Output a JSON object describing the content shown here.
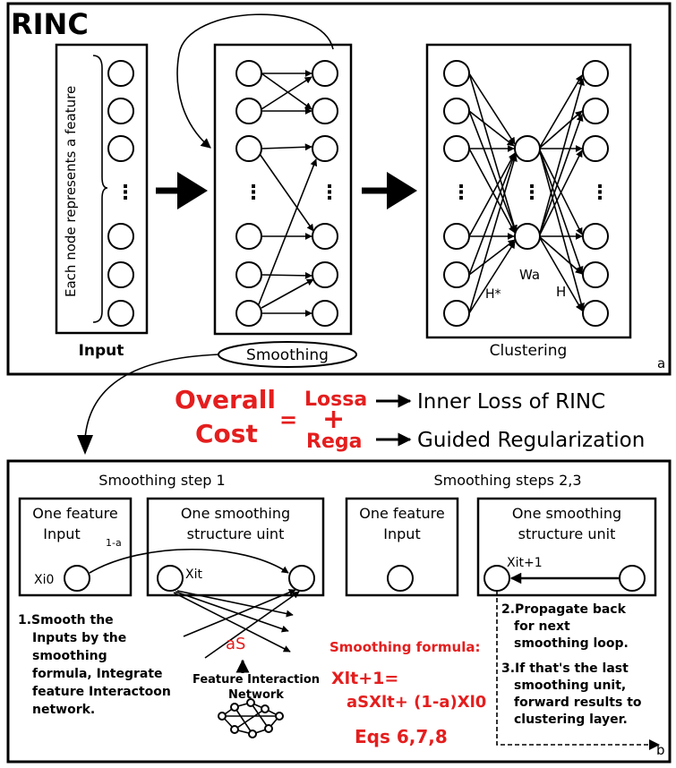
{
  "panel_a": {
    "title": "RINC",
    "corner": "a",
    "side_note": "Each node represents a feature",
    "input_label": "Input",
    "smoothing_label": "Smoothing",
    "clustering_label": "Clustering",
    "dots": "⋮",
    "h_star": "H*",
    "w_a": "Wa",
    "h": "H"
  },
  "cost": {
    "overall": "Overall",
    "cost": "Cost",
    "equals": "=",
    "loss": "Lossa",
    "plus": "+",
    "reg": "Rega",
    "inner_loss": "Inner Loss of RINC",
    "guided": "Guided Regularization"
  },
  "panel_b": {
    "corner": "b",
    "step1_title": "Smoothing step 1",
    "steps23_title": "Smoothing steps 2,3",
    "one_feature_line1": "One feature",
    "one_feature_line2": "Input",
    "unit1_line1": "One smoothing",
    "unit1_line2": "structure uint",
    "unit2_line1": "One smoothing",
    "unit2_line2": "structure unit",
    "one_minus_a": "1-a",
    "x0": "Xi0",
    "xt": "Xit",
    "xt1": "Xit+1",
    "as": "aS",
    "fin_line1": "Feature Interaction",
    "fin_line2": "Network",
    "note1": [
      "1.Smooth the",
      "Inputs by the",
      "smoothing",
      "formula, Integrate",
      "feature Interactoon",
      "network."
    ],
    "formula_title": "Smoothing formula:",
    "formula_line1": "Xlt+1=",
    "formula_line2": "aSXlt+ (1-a)Xl0",
    "eqs": "Eqs 6,7,8",
    "note2": [
      "2.Propagate back",
      "for next",
      "smoothing loop."
    ],
    "note3": [
      "3.If that's the last",
      "smoothing unit,",
      "forward results to",
      "clustering layer."
    ]
  }
}
